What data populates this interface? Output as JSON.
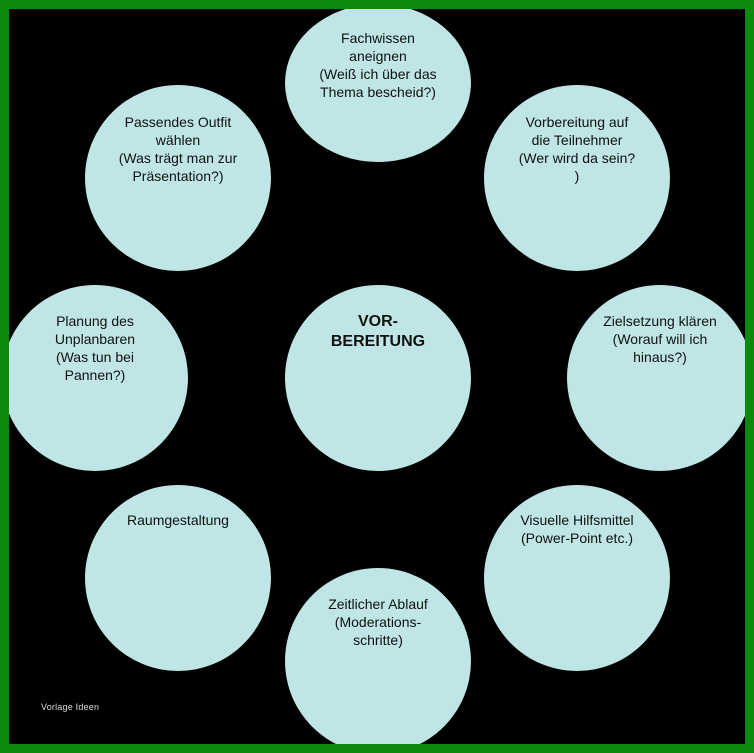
{
  "diagram": {
    "center": "VOR-\nBEREITUNG",
    "nodes": [
      "Fachwissen\naneignen\n(Weiß ich über das\nThema bescheid?)",
      "Vorbereitung auf\ndie Teilnehmer\n(Wer wird da sein?\n)",
      "Zielsetzung klären\n(Worauf will ich\nhinaus?)",
      "Visuelle Hilfsmittel\n(Power-Point etc.)",
      "Zeitlicher Ablauf\n(Moderations-\nschritte)",
      "Raumgestaltung",
      "Planung des\nUnplanbaren\n(Was tun bei\nPannen?)",
      "Passendes Outfit\nwählen\n(Was trägt man zur\nPräsentation?)"
    ]
  },
  "watermark": "Vorlage Ideen",
  "colors": {
    "background": "#000000",
    "frame": "#0d8a0d",
    "circle": "#bfe5e5",
    "text": "#111111"
  }
}
